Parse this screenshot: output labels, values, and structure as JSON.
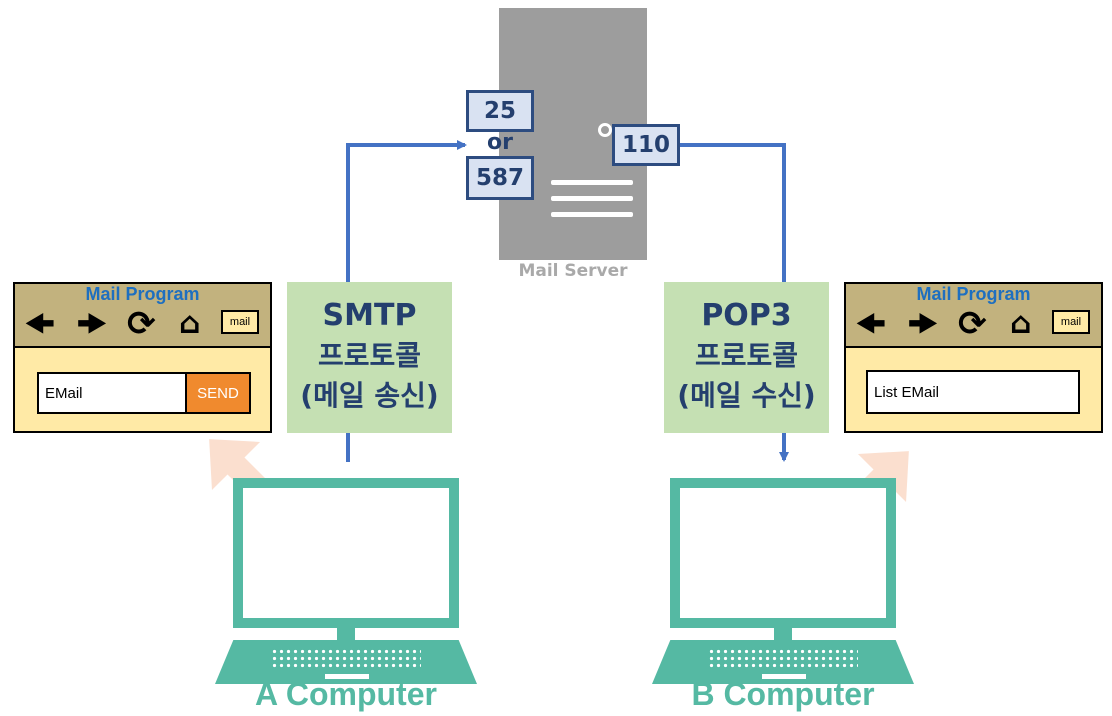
{
  "server": {
    "label": "Mail Server"
  },
  "ports": {
    "smtp_a": "25",
    "or": "or",
    "smtp_b": "587",
    "pop": "110"
  },
  "smtp": {
    "name": "SMTP",
    "line1": "프로토콜",
    "line2": "(메일 송신)"
  },
  "pop3": {
    "name": "POP3",
    "line1": "프로토콜",
    "line2": "(메일 수신)"
  },
  "left_window": {
    "title": "Mail Program",
    "badge": "mail",
    "field": "EMail",
    "send": "SEND"
  },
  "right_window": {
    "title": "Mail Program",
    "badge": "mail",
    "field": "List EMail"
  },
  "computers": {
    "a": "A Computer",
    "b": "B Computer"
  },
  "colors": {
    "server": "#9d9d9d",
    "line": "#4472c4",
    "port_fill": "#d9e2f2",
    "proto_fill": "#c5e0b3",
    "laptop": "#55b9a3",
    "send": "#f08a2e",
    "window_bar": "#c2b27e",
    "window_body": "#ffeaa6"
  },
  "icons": [
    "arrow-left-icon",
    "arrow-right-icon",
    "refresh-icon",
    "home-icon"
  ]
}
